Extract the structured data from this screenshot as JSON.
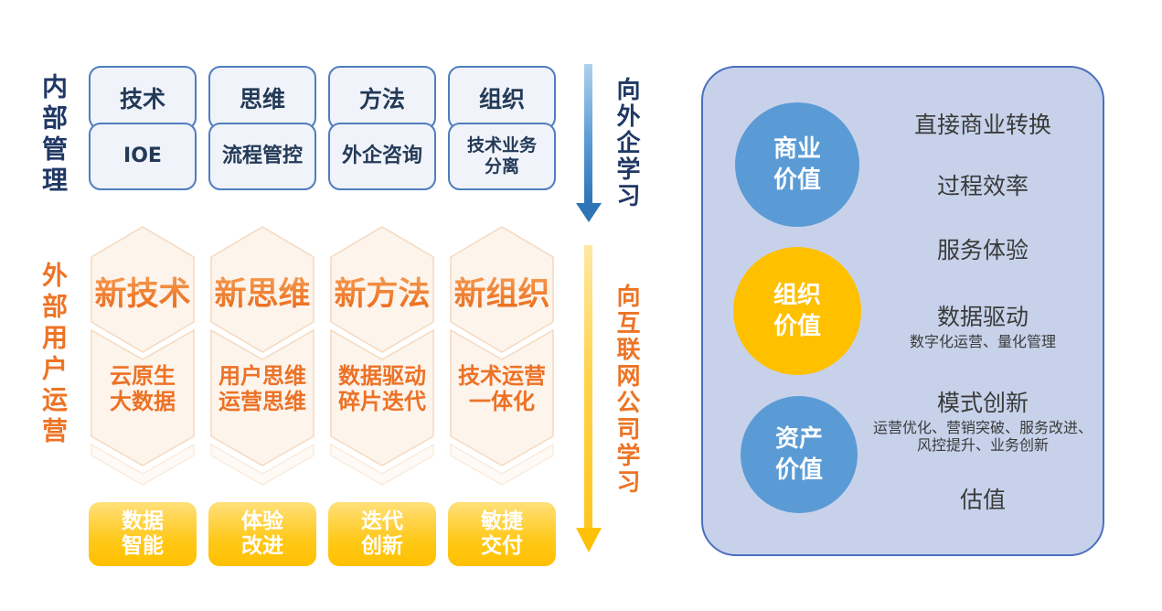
{
  "colors": {
    "navy_text": "#203864",
    "orange_text": "#ED7425",
    "box_border_blue": "#4F7DBE",
    "box_fill": "#F0F3F9",
    "hex_fill": "#FDF4EC",
    "hex_border": "#F6D9BE",
    "yellow_box": "#FFC000",
    "blue_arrow": "#2E75B6",
    "yellow_arrow": "#FFC107",
    "panel_fill": "#C7D2EA",
    "panel_border": "#4B6FBE",
    "circle_blue": "#5B9BD5",
    "circle_yellow": "#FFC000",
    "panel_text": "#3A3A3A"
  },
  "left": {
    "group1_label": "内部管理",
    "group2_label": "外部用户运营",
    "top_columns": [
      {
        "title": "技术",
        "subtitle_lines": [
          "IOE"
        ]
      },
      {
        "title": "思维",
        "subtitle_lines": [
          "流程管控"
        ]
      },
      {
        "title": "方法",
        "subtitle_lines": [
          "外企咨询"
        ]
      },
      {
        "title": "组织",
        "subtitle_lines": [
          "技术业务",
          "分离"
        ]
      }
    ],
    "hex_columns": [
      {
        "title": "新技术",
        "lines": [
          "云原生",
          "大数据"
        ]
      },
      {
        "title": "新思维",
        "lines": [
          "用户思维",
          "运营思维"
        ]
      },
      {
        "title": "新方法",
        "lines": [
          "数据驱动",
          "碎片迭代"
        ]
      },
      {
        "title": "新组织",
        "lines": [
          "技术运营",
          "一体化"
        ]
      }
    ],
    "bottom_boxes": [
      {
        "lines": [
          "数据",
          "智能"
        ]
      },
      {
        "lines": [
          "体验",
          "改进"
        ]
      },
      {
        "lines": [
          "迭代",
          "创新"
        ]
      },
      {
        "lines": [
          "敏捷",
          "交付"
        ]
      }
    ]
  },
  "arrows": {
    "foreign_label": "向外企学习",
    "internet_label": "向互联网公司学习"
  },
  "right_panel": {
    "circles": [
      {
        "line1": "商业",
        "line2": "价值",
        "color": "#5B9BD5"
      },
      {
        "line1": "组织",
        "line2": "价值",
        "color": "#FFC000"
      },
      {
        "line1": "资产",
        "line2": "价值",
        "color": "#5B9BD5"
      }
    ],
    "items": [
      {
        "text": "直接商业转换"
      },
      {
        "text": "过程效率"
      },
      {
        "text": "服务体验"
      },
      {
        "text": "数据驱动",
        "subtitle": "数字化运营、量化管理"
      },
      {
        "text": "模式创新",
        "subtitle": "运营优化、营销突破、服务改进、风控提升、业务创新"
      },
      {
        "text": "估值"
      }
    ]
  }
}
